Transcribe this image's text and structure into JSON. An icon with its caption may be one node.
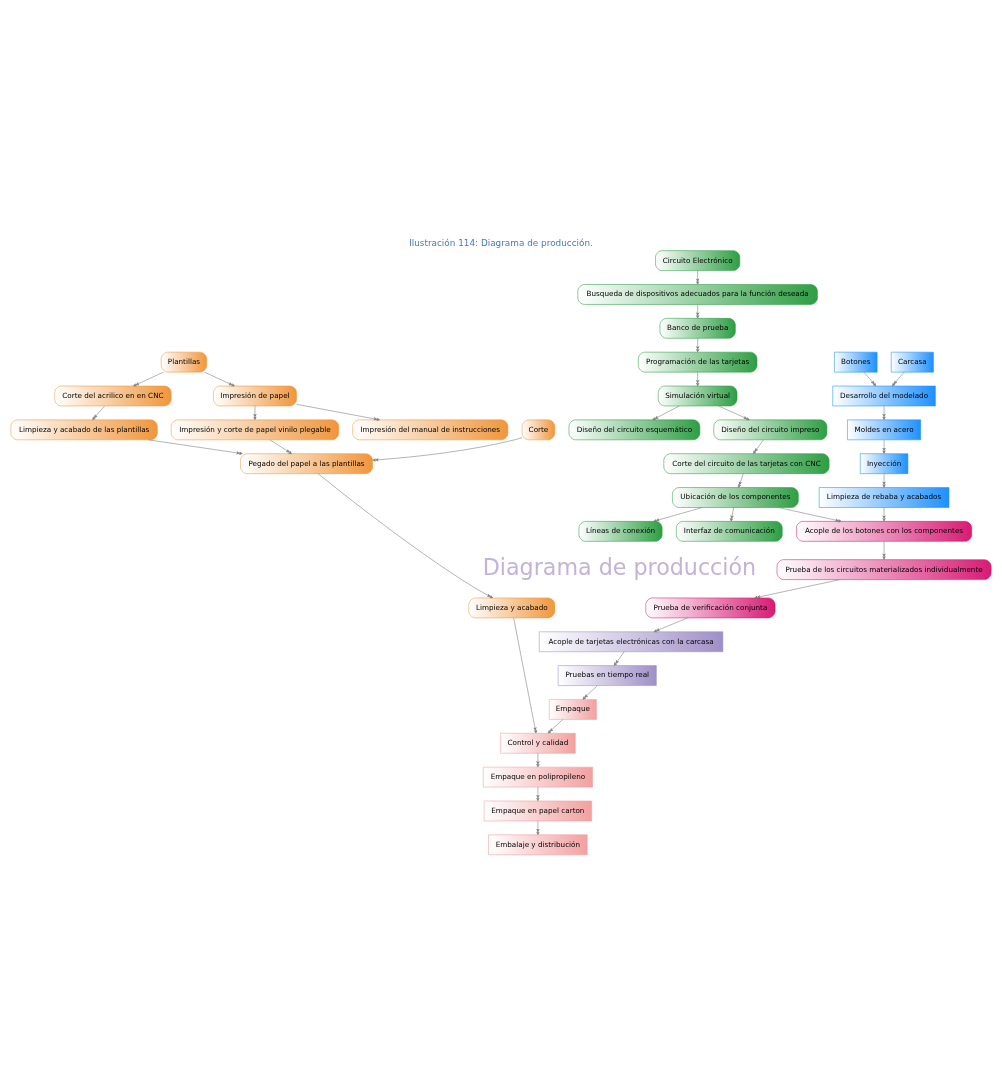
{
  "diagram": {
    "title": "Diagrama de producción",
    "caption": "Ilustración 114: Diagrama de producción.",
    "nodes": [
      {
        "text": [
          "Circuito Electrónico"
        ]
      },
      {
        "text": [
          "Busqueda de dispositivos adecuados para la función deseada"
        ]
      },
      {
        "text": [
          "Banco de prueba"
        ]
      },
      {
        "text": [
          "Programación de las tarjetas"
        ]
      },
      {
        "text": [
          "Simulación virtual"
        ]
      },
      {
        "text": [
          "Diseño del circuito esquemático"
        ]
      },
      {
        "text": [
          "Diseño del circuito impreso"
        ]
      },
      {
        "text": [
          "Corte del circuito de las tarjetas con CNC"
        ]
      },
      {
        "text": [
          "Ubicación de los componentes"
        ]
      },
      {
        "text": [
          "Líneas de conexión"
        ]
      },
      {
        "text": [
          "Interfaz de comunicación"
        ]
      },
      {
        "text": [
          "Botones"
        ]
      },
      {
        "text": [
          "Carcasa"
        ]
      },
      {
        "text": [
          "Desarrollo del modelado"
        ]
      },
      {
        "text": [
          "Moldes en acero"
        ]
      },
      {
        "text": [
          "Inyección"
        ]
      },
      {
        "text": [
          "Limpieza de rebaba y acabados"
        ]
      },
      {
        "text": [
          "Plantillas"
        ]
      },
      {
        "text": [
          "Corte del acrilico en en CNC"
        ]
      },
      {
        "text": [
          "Impresión de papel"
        ]
      },
      {
        "text": [
          "Limpieza y acabado de las plantillas"
        ]
      },
      {
        "text": [
          "Impresión y corte de papel vinilo plegable"
        ]
      },
      {
        "text": [
          "Impresión del manual de instrucciones"
        ]
      },
      {
        "text": [
          "Pegado del papel a las plantillas"
        ]
      },
      {
        "text": [
          "Corte"
        ]
      },
      {
        "text": [
          "Limpieza y acabado"
        ]
      },
      {
        "text": [
          "Acople de los botones con los componentes"
        ]
      },
      {
        "text": [
          "Prueba de los circuitos materializados individualmente"
        ]
      },
      {
        "text": [
          "Prueba de verificación conjunta"
        ]
      },
      {
        "text": [
          "Acople de tarjetas electrónicas con la carcasa"
        ]
      },
      {
        "text": [
          "Pruebas en tiempo real"
        ]
      },
      {
        "text": [
          "Empaque"
        ]
      },
      {
        "text": [
          "Control y calidad"
        ]
      },
      {
        "text": [
          "Empaque en polipropileno"
        ]
      },
      {
        "text": [
          "Empaque en papel carton"
        ]
      },
      {
        "text": [
          "Embalaje y distribución"
        ]
      }
    ],
    "edges": [
      {
        "from": 0,
        "to": 1,
        "arrow": "to"
      },
      {
        "from": 1,
        "to": 2,
        "arrow": "to"
      },
      {
        "from": 2,
        "to": 3,
        "arrow": "to"
      },
      {
        "from": 3,
        "to": 4,
        "arrow": "to"
      },
      {
        "from": 4,
        "to": 5,
        "arrow": "to"
      },
      {
        "from": 4,
        "to": 6,
        "arrow": "to"
      },
      {
        "from": 6,
        "to": 7,
        "arrow": "to"
      },
      {
        "from": 7,
        "to": 8,
        "arrow": "to"
      },
      {
        "from": 8,
        "to": 9,
        "arrow": "to"
      },
      {
        "from": 8,
        "to": 10,
        "arrow": "to"
      },
      {
        "from": 8,
        "to": 26,
        "arrow": "to"
      },
      {
        "from": 11,
        "to": 13,
        "arrow": "to"
      },
      {
        "from": 12,
        "to": 13,
        "arrow": "to"
      },
      {
        "from": 13,
        "to": 14,
        "arrow": "to"
      },
      {
        "from": 14,
        "to": 15,
        "arrow": "to"
      },
      {
        "from": 15,
        "to": 16,
        "arrow": "to"
      },
      {
        "from": 16,
        "to": 26,
        "arrow": "to"
      },
      {
        "from": 17,
        "to": 18,
        "arrow": "to"
      },
      {
        "from": 17,
        "to": 19,
        "arrow": "to"
      },
      {
        "from": 18,
        "to": 20,
        "arrow": "to"
      },
      {
        "from": 19,
        "to": 21,
        "arrow": "to"
      },
      {
        "from": 19,
        "to": 22,
        "arrow": "to"
      },
      {
        "from": 20,
        "to": 23,
        "arrow": "to"
      },
      {
        "from": 21,
        "to": 23,
        "arrow": "to"
      },
      {
        "from": 24,
        "to": 23,
        "arrow": "to"
      },
      {
        "from": 23,
        "to": 25,
        "arrow": "to"
      },
      {
        "from": 25,
        "to": 32,
        "arrow": "to"
      },
      {
        "from": 26,
        "to": 27,
        "arrow": "to"
      },
      {
        "from": 27,
        "to": 28,
        "arrow": "to"
      },
      {
        "from": 28,
        "to": 29,
        "arrow": "to"
      },
      {
        "from": 29,
        "to": 30,
        "arrow": "to"
      },
      {
        "from": 30,
        "to": 31,
        "arrow": "to"
      },
      {
        "from": 31,
        "to": 32,
        "arrow": "to"
      },
      {
        "from": 32,
        "to": 33,
        "arrow": "to"
      },
      {
        "from": 33,
        "to": 34,
        "arrow": "to"
      },
      {
        "from": 34,
        "to": 35,
        "arrow": "to"
      }
    ]
  }
}
